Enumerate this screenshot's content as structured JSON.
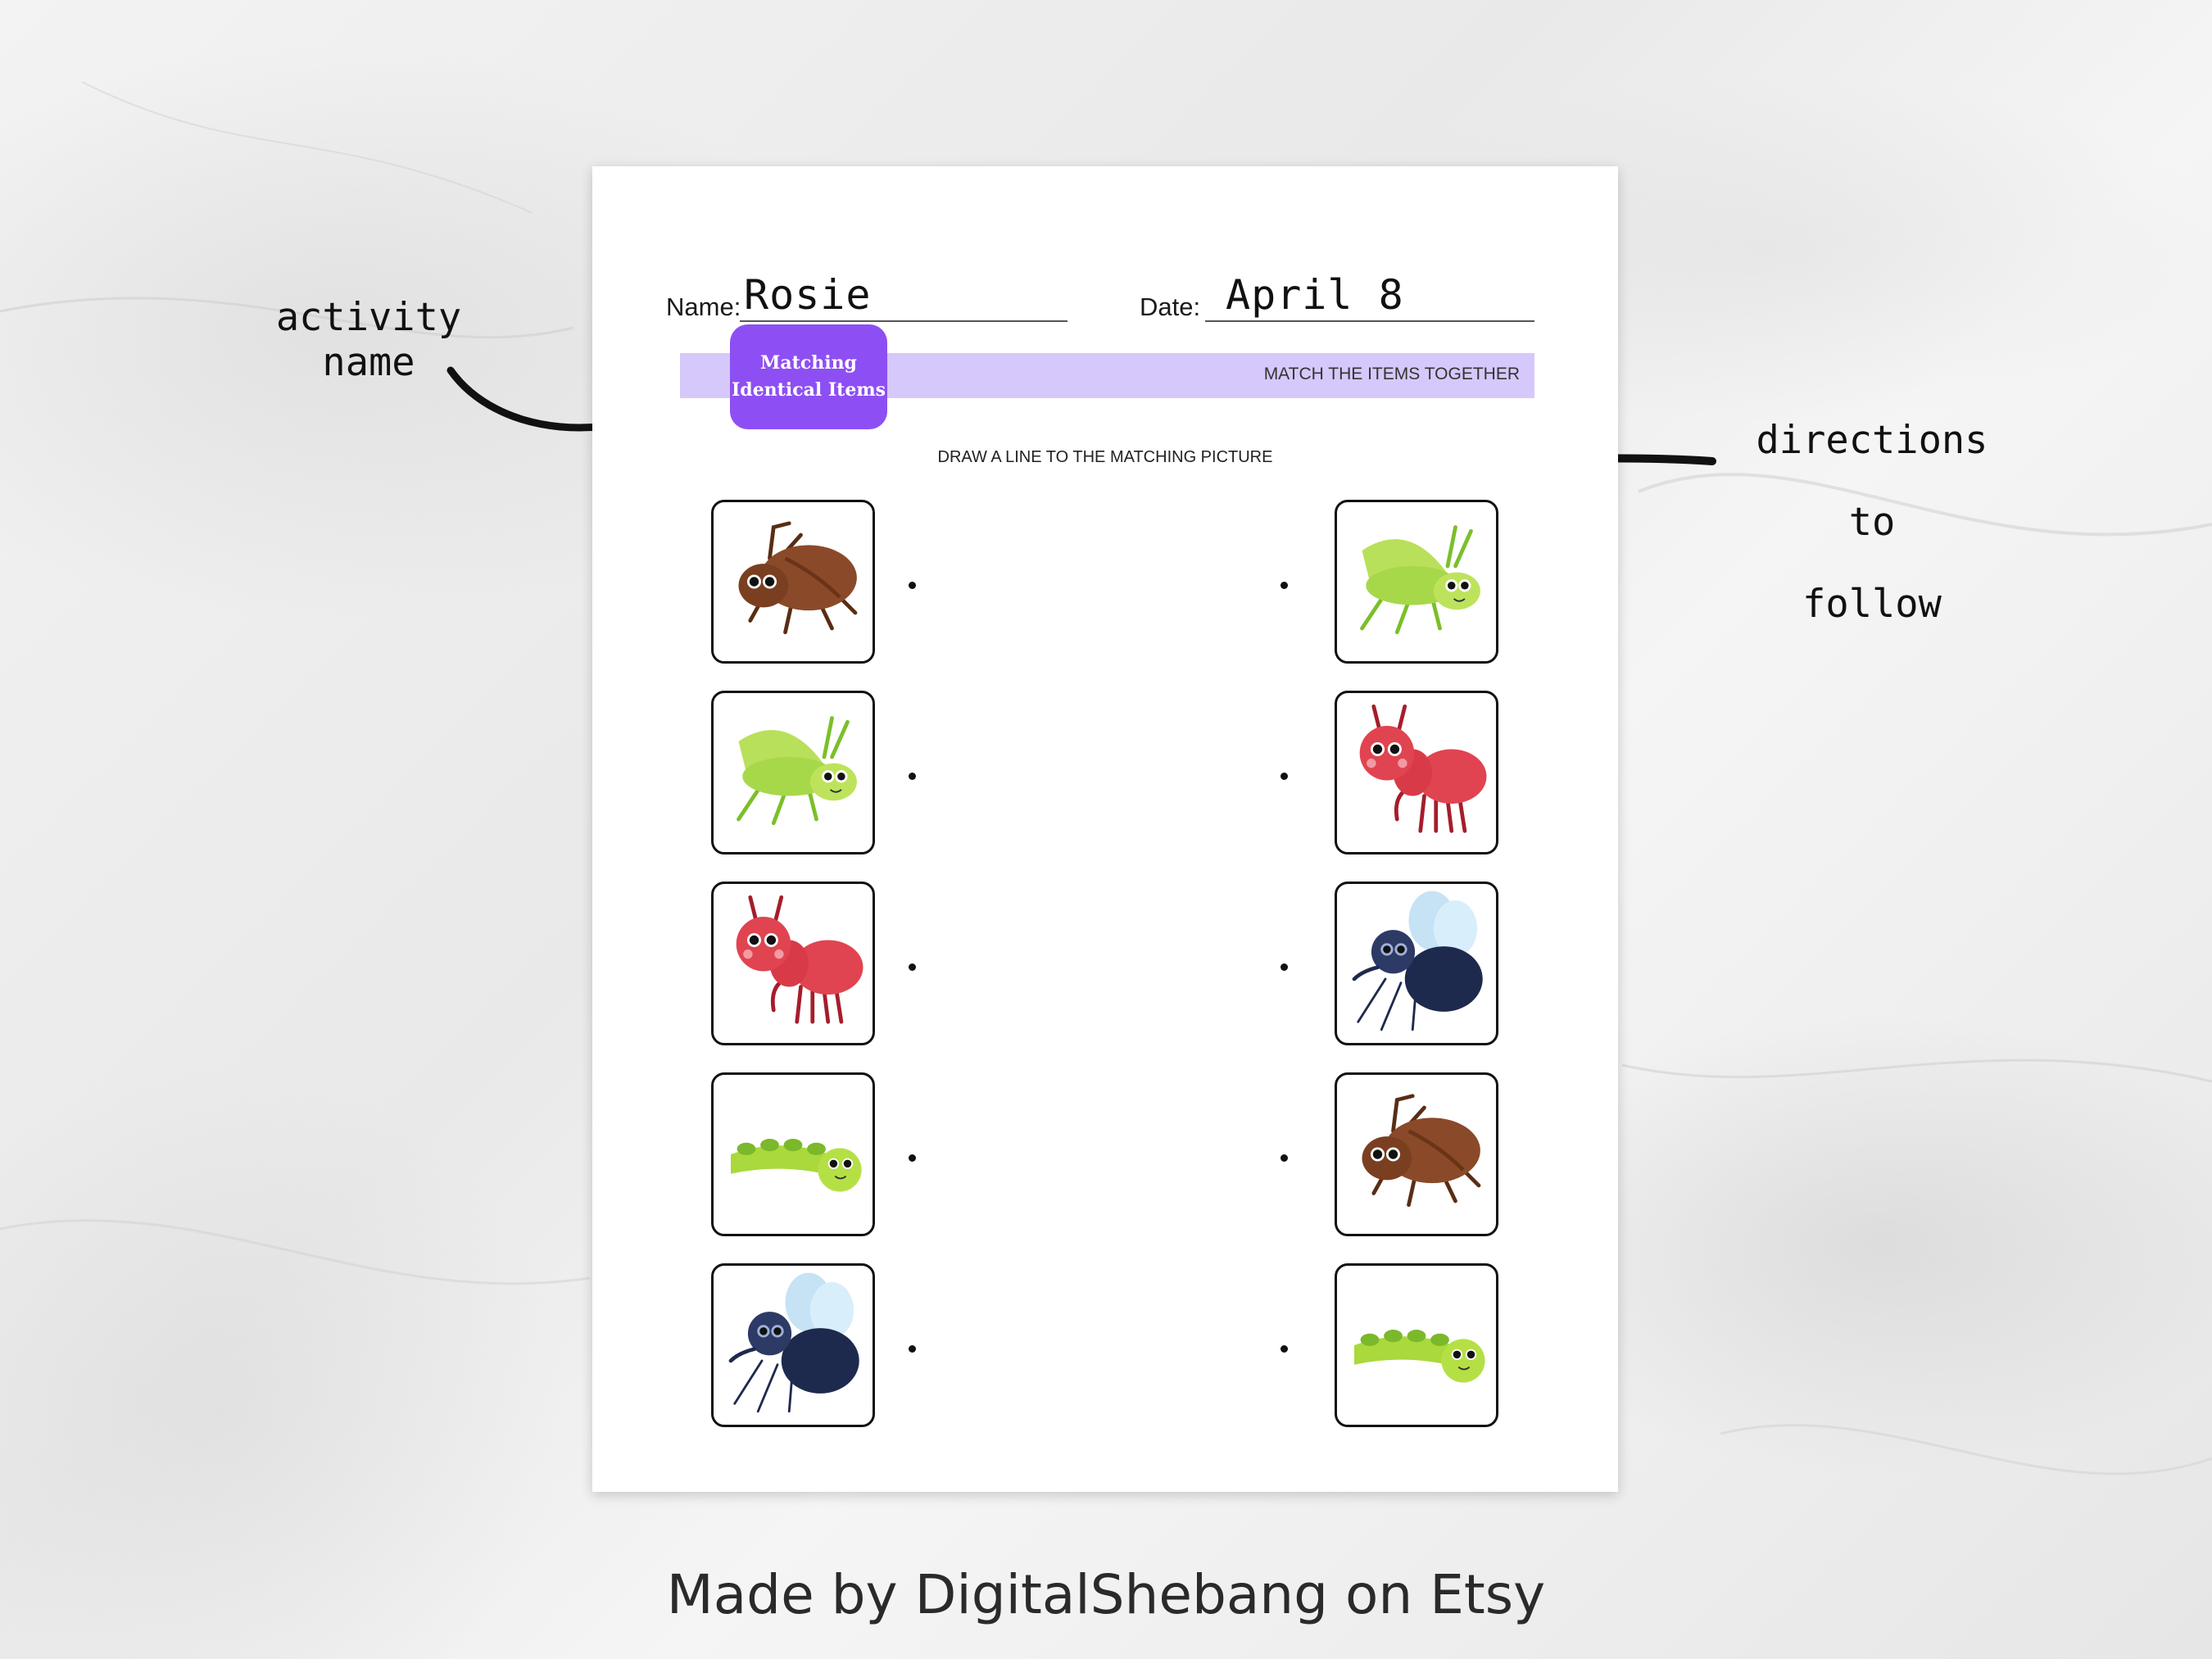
{
  "worksheet": {
    "name_label": "Name:",
    "name_value": "Rosie",
    "date_label": "Date:",
    "date_value": "April 8",
    "activity_title_line1": "Matching",
    "activity_title_line2": "Identical Items",
    "banner_instruction": "MATCH THE ITEMS TOGETHER",
    "directions": "DRAW A LINE TO THE MATCHING PICTURE",
    "left_column": [
      "beetle",
      "grasshopper",
      "ant",
      "caterpillar",
      "fly"
    ],
    "right_column": [
      "grasshopper",
      "ant",
      "fly",
      "beetle",
      "caterpillar"
    ]
  },
  "annotations": {
    "activity_name": "activity name",
    "directions_line1": "directions to",
    "directions_line2": "follow"
  },
  "credit": "Made by DigitalShebang on Etsy",
  "colors": {
    "badge": "#8d4ff3",
    "banner": "#d6c8fa",
    "beetle": "#8a4a2a",
    "grasshopper": "#a7d84a",
    "ant": "#e04450",
    "caterpillar": "#a9d93c",
    "fly": "#1e2a4d"
  }
}
